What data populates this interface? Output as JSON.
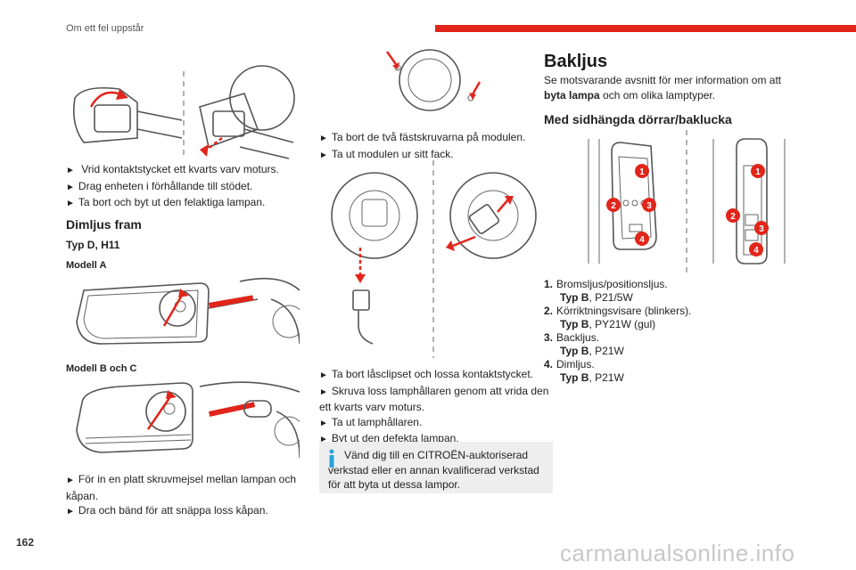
{
  "header": {
    "section_title": "Om ett fel uppstår"
  },
  "page": {
    "number": "162",
    "watermark": "carmanualsonline.info"
  },
  "col1": {
    "steps_a": [
      "Vrid kontaktstycket ett kvarts varv moturs.",
      "Drag enheten i förhållande till stödet.",
      "Ta bort och byt ut den felaktiga lampan."
    ],
    "heading": "Dimljus fram",
    "subheading": "Typ D, H11",
    "model_a": "Modell A",
    "model_bc": "Modell B och C",
    "steps_b": [
      "För in en platt skruvmejsel mellan lampan och kåpan.",
      "Dra och bänd för att snäppa loss kåpan."
    ]
  },
  "col2": {
    "steps_a": [
      "Ta bort de två fästskruvarna på modulen.",
      "Ta ut modulen ur sitt fack."
    ],
    "steps_b": [
      "Ta bort låsclipset och lossa kontaktstycket.",
      "Skruva loss lamphållaren genom att vrida den ett kvarts varv moturs.",
      "Ta ut lamphållaren.",
      "Byt ut den defekta lampan."
    ],
    "note": "Vänd dig till en CITROËN-auktoriserad verkstad eller en annan kvalificerad verkstad för att byta ut dessa lampor."
  },
  "col3": {
    "title": "Bakljus",
    "intro_before": "Se motsvarande avsnitt för mer information om att ",
    "intro_bold": "byta lampa",
    "intro_after": " och om olika lamptyper.",
    "subheading": "Med sidhängda dörrar/baklucka",
    "callouts": [
      "1",
      "2",
      "3",
      "4"
    ],
    "legend": [
      {
        "num": "1.",
        "label": "Bromsljus/positionsljus.",
        "type_prefix": "Typ B",
        "type_value": ", P21/5W"
      },
      {
        "num": "2.",
        "label": "Körriktningsvisare (blinkers).",
        "type_prefix": "Typ B",
        "type_value": ", PY21W (gul)"
      },
      {
        "num": "3.",
        "label": "Backljus.",
        "type_prefix": "Typ B",
        "type_value": ", P21W"
      },
      {
        "num": "4.",
        "label": "Dimljus.",
        "type_prefix": "Typ B",
        "type_value": ", P21W"
      }
    ]
  },
  "colors": {
    "accent": "#e1251b",
    "note_bg": "#eeeeee",
    "note_icon": "#2aa3d8"
  }
}
